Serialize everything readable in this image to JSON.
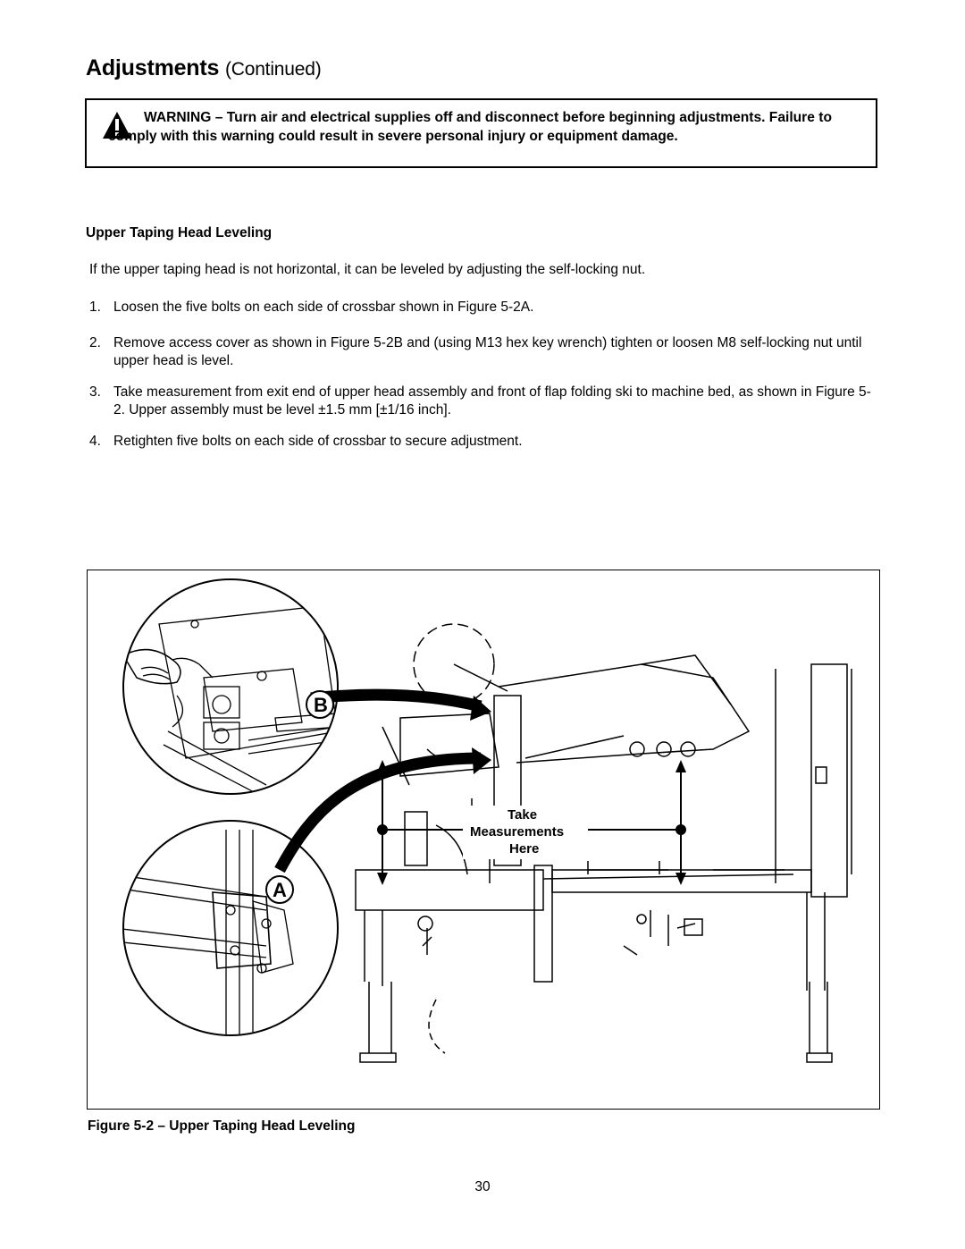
{
  "page": {
    "title": "Adjustments",
    "title_suffix": "(Continued)",
    "number": "30"
  },
  "warning": {
    "icon": "warning-triangle-icon",
    "text": "WARNING – Turn air and electrical supplies off and disconnect before beginning adjustments. Failure to comply with this warning could result in severe personal injury or equipment damage."
  },
  "section": {
    "heading": "Upper Taping Head Leveling",
    "intro": "If the upper taping head is not horizontal, it can be leveled by adjusting the self-locking nut.",
    "steps": [
      {
        "num": "1.",
        "text": "Loosen the five bolts on each side of crossbar shown in Figure 5-2A."
      },
      {
        "num": "2.",
        "text": "Remove access cover as shown in Figure 5-2B and (using M13 hex key wrench) tighten or loosen M8 self-locking nut until upper head is level."
      },
      {
        "num": "3.",
        "text": "Take measurement from exit end of upper head assembly and front of flap folding ski to machine bed, as shown in Figure 5-2.  Upper assembly must be level ±1.5 mm [±1/16 inch]."
      },
      {
        "num": "4.",
        "text": "Retighten five bolts on each side of crossbar to secure adjustment."
      }
    ]
  },
  "figure": {
    "callout_b": "B",
    "callout_a": "A",
    "measure_line1": "Take",
    "measure_line2": "Measurements",
    "measure_line3": "Here",
    "caption": "Figure 5-2  – Upper Taping Head Leveling"
  }
}
